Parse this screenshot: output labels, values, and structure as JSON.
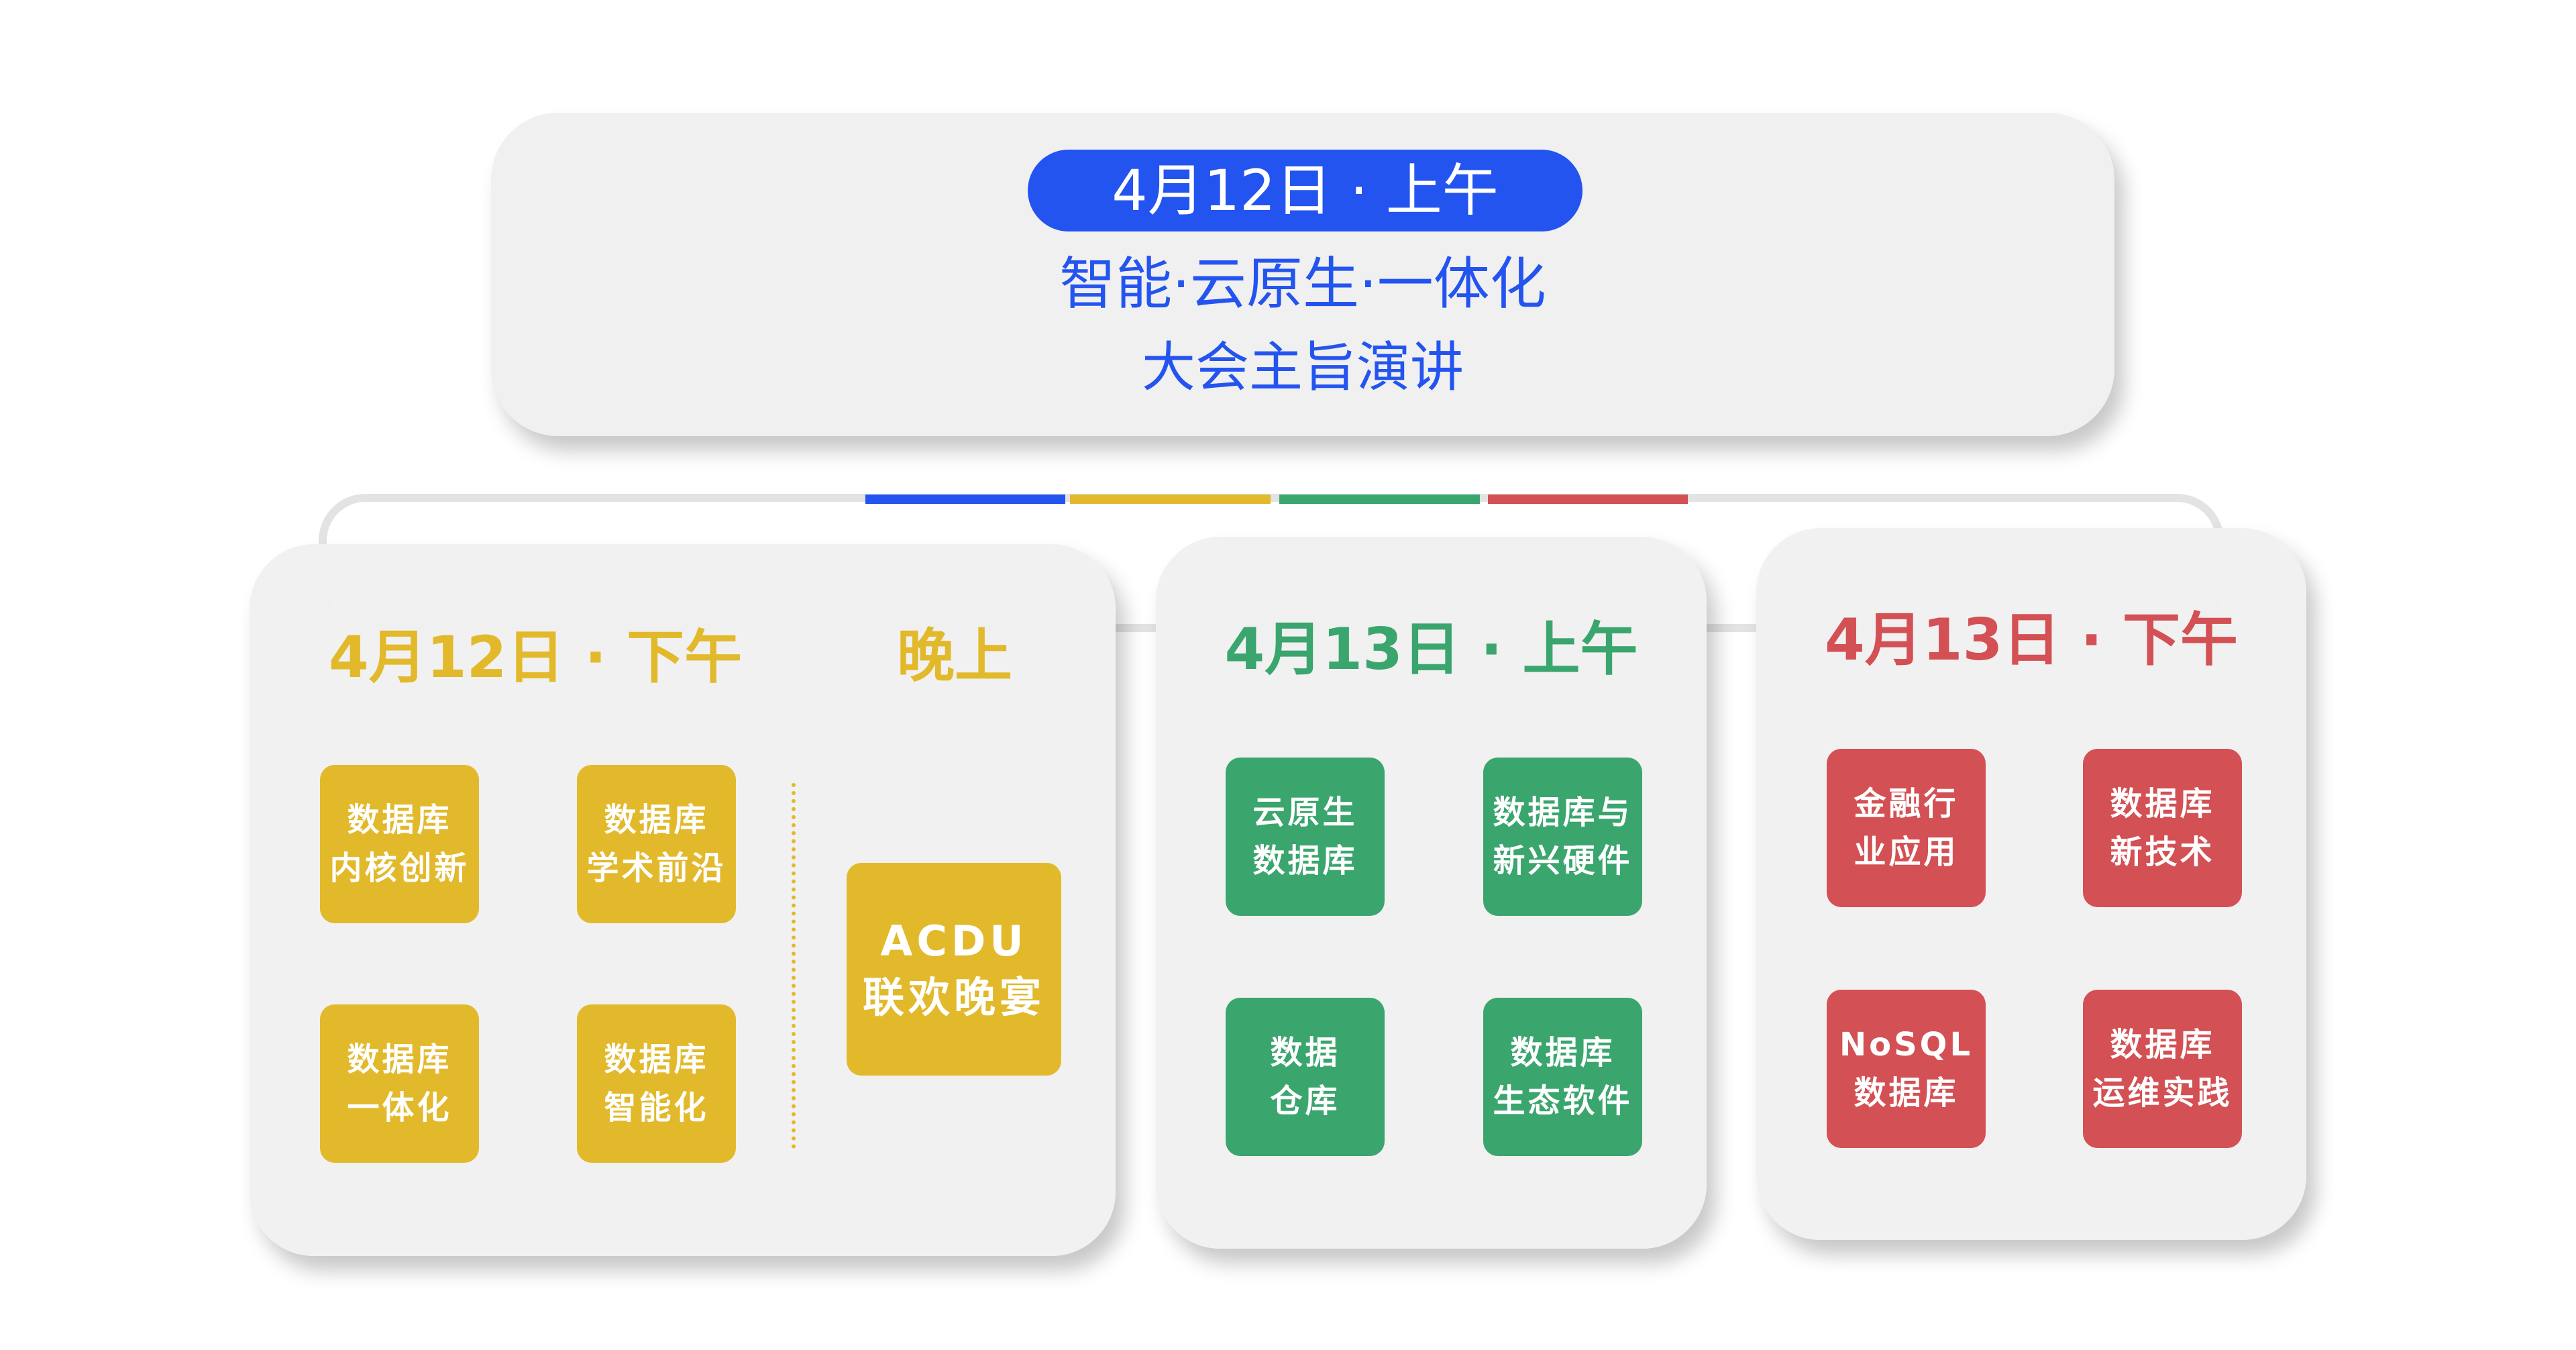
{
  "colors": {
    "blue": "#2454F0",
    "yellow": "#E2B92B",
    "green": "#3BA56E",
    "red": "#D35054",
    "card_bg": "#F0F0F0",
    "connector": "#E3E3E3"
  },
  "keynote": {
    "date_pill": "4月12日 · 上午",
    "subtitle": "智能·云原生·一体化",
    "title": "大会主旨演讲"
  },
  "color_bar": [
    "blue",
    "yellow",
    "green",
    "red"
  ],
  "sessions": [
    {
      "id": "apr12-pm",
      "title": "4月12日 · 下午",
      "color": "yellow",
      "tracks": [
        {
          "line1": "数据库",
          "line2": "内核创新"
        },
        {
          "line1": "数据库",
          "line2": "学术前沿"
        },
        {
          "line1": "数据库",
          "line2": "一体化"
        },
        {
          "line1": "数据库",
          "line2": "智能化"
        }
      ]
    },
    {
      "id": "apr12-evening",
      "title": "晚上",
      "color": "yellow",
      "tracks": [
        {
          "line1": "ACDU",
          "line2": "联欢晚宴"
        }
      ]
    },
    {
      "id": "apr13-am",
      "title": "4月13日 · 上午",
      "color": "green",
      "tracks": [
        {
          "line1": "云原生",
          "line2": "数据库"
        },
        {
          "line1": "数据库与",
          "line2": "新兴硬件"
        },
        {
          "line1": "数据",
          "line2": "仓库"
        },
        {
          "line1": "数据库",
          "line2": "生态软件"
        }
      ]
    },
    {
      "id": "apr13-pm",
      "title": "4月13日 · 下午",
      "color": "red",
      "tracks": [
        {
          "line1": "金融行",
          "line2": "业应用"
        },
        {
          "line1": "数据库",
          "line2": "新技术"
        },
        {
          "line1": "NoSQL",
          "line2": "数据库"
        },
        {
          "line1": "数据库",
          "line2": "运维实践"
        }
      ]
    }
  ]
}
